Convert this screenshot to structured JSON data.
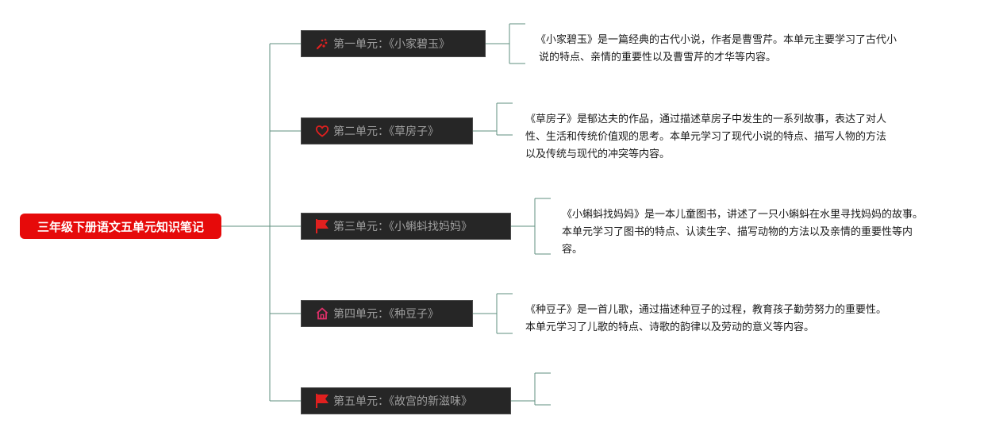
{
  "root": {
    "label": "三年级下册语文五单元知识笔记"
  },
  "units": [
    {
      "label": "第一单元：《小家碧玉》",
      "icon": "sparkle-icon",
      "note_lines": [
        "《小家碧玉》是一篇经典的古代小说，作者是曹雪芹。本单元主要学习了古代小",
        "说的特点、亲情的重要性以及曹雪芹的才华等内容。"
      ]
    },
    {
      "label": "第二单元：《草房子》",
      "icon": "heart-icon",
      "note_lines": [
        "《草房子》是郁达夫的作品，通过描述草房子中发生的一系列故事，表达了对人",
        "性、生活和传统价值观的思考。本单元学习了现代小说的特点、描写人物的方法",
        "以及传统与现代的冲突等内容。"
      ]
    },
    {
      "label": "第三单元：《小蝌蚪找妈妈》",
      "icon": "flag-icon",
      "note_lines": [
        "《小蝌蚪找妈妈》是一本儿童图书，讲述了一只小蝌蚪在水里寻找妈妈的故事。",
        "本单元学习了图书的特点、认读生字、描写动物的方法以及亲情的重要性等内",
        "容。"
      ]
    },
    {
      "label": "第四单元：《种豆子》",
      "icon": "house-icon",
      "note_lines": [
        "《种豆子》是一首儿歌，通过描述种豆子的过程，教育孩子勤劳努力的重要性。",
        "本单元学习了儿歌的特点、诗歌的韵律以及劳动的意义等内容。"
      ]
    },
    {
      "label": "第五单元：《故宫的新滋味》",
      "icon": "flag-icon",
      "note_lines": []
    }
  ],
  "colors": {
    "root_bg": "#e60a0a",
    "node_bg": "#262626",
    "node_text": "#9e9e9e",
    "connector": "#5f8f7f",
    "icon_red": "#e0201f",
    "icon_pink": "#e0306a"
  }
}
